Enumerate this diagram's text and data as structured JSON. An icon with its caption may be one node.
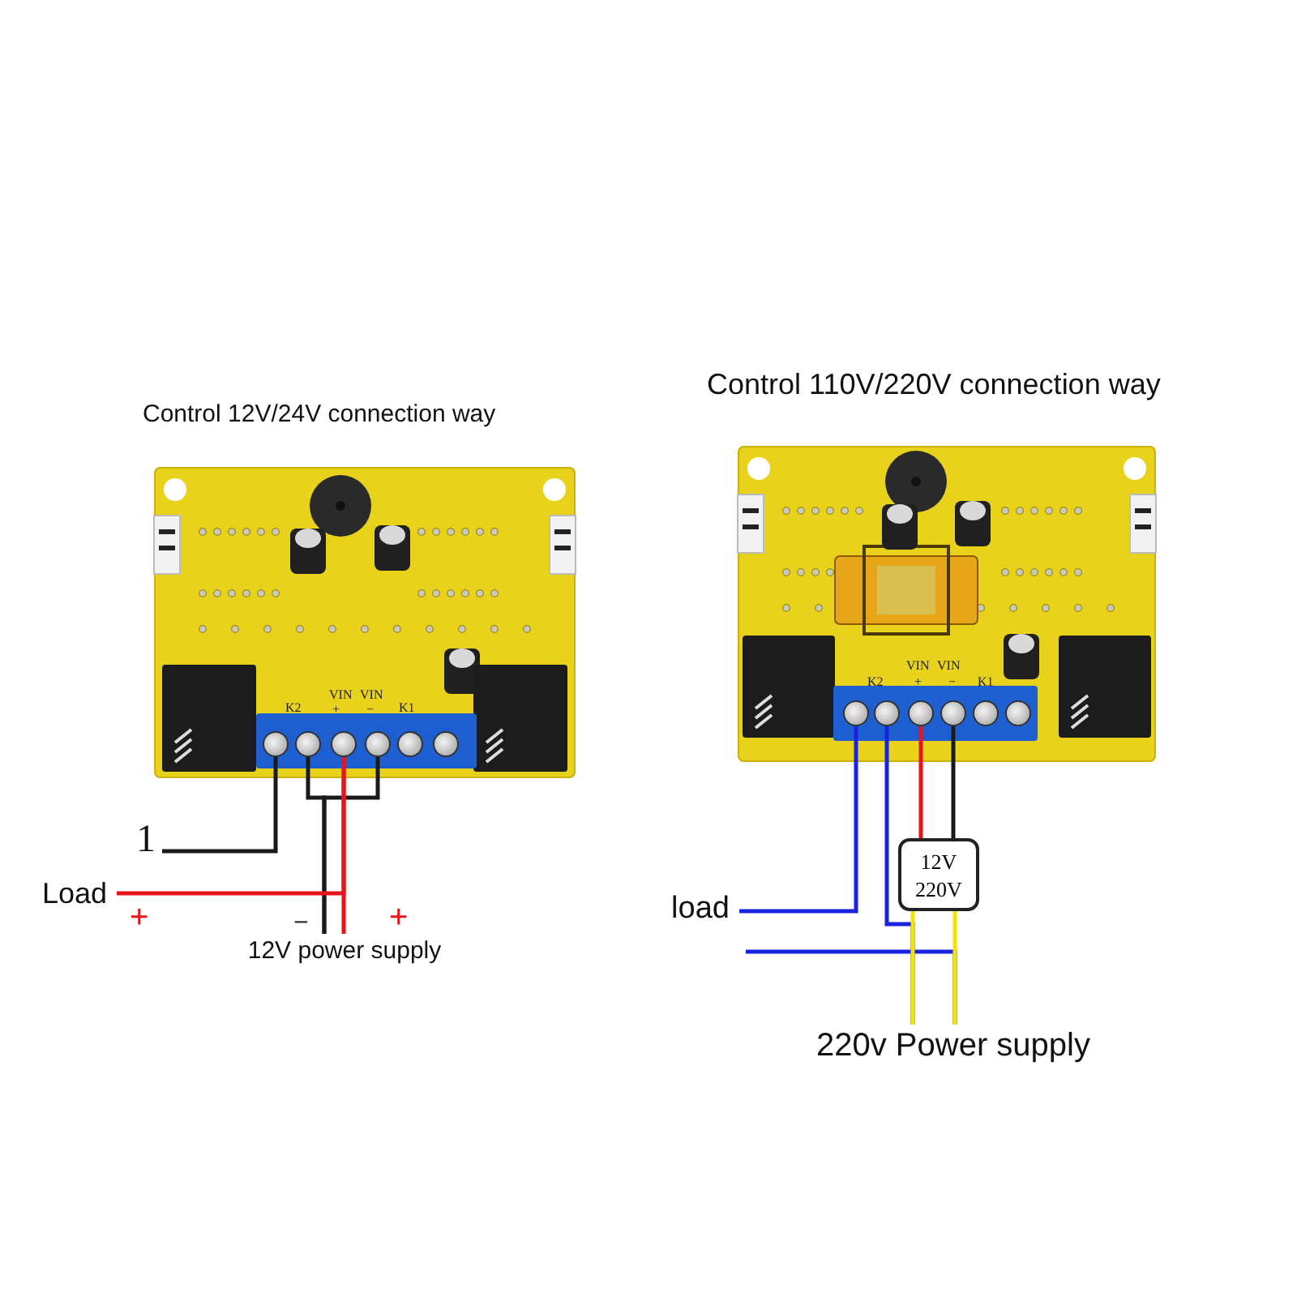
{
  "diagram": {
    "nodes": [
      {
        "text": [],
        "shape": "picture"
      },
      {
        "text": [],
        "shape": "circle",
        "in": 0
      },
      {
        "text": [],
        "shape": "circle",
        "in": 0
      },
      {
        "text": [],
        "shape": "circle",
        "in": 0
      },
      {
        "text": [],
        "shape": "circle",
        "in": 0
      },
      {
        "text": [],
        "shape": "circle",
        "in": 0
      },
      {
        "text": [],
        "shape": "circle",
        "in": 0
      },
      {
        "text": [
          "1"
        ]
      },
      {
        "text": [
          "Load"
        ]
      },
      {
        "text": [
          "12V power supply"
        ]
      },
      {
        "text": [],
        "shape": "picture"
      },
      {
        "text": [],
        "shape": "circle",
        "in": 10
      },
      {
        "text": [],
        "shape": "circle",
        "in": 10
      },
      {
        "text": [],
        "shape": "circle",
        "in": 10
      },
      {
        "text": [],
        "shape": "circle",
        "in": 10
      },
      {
        "text": [],
        "shape": "circle",
        "in": 10
      },
      {
        "text": [],
        "shape": "circle",
        "in": 10
      },
      {
        "text": [
          "12V 220V"
        ]
      },
      {
        "text": [
          "load"
        ]
      },
      {
        "text": [
          "220v Power supply"
        ]
      }
    ],
    "edges": [
      {
        "from": 1,
        "to": 7,
        "arrow": "none"
      },
      {
        "from": 2,
        "to": 9,
        "arrow": "none"
      },
      {
        "from": 4,
        "to": 9,
        "arrow": "none"
      },
      {
        "from": 3,
        "to": 9,
        "arrow": "none",
        "color": "#e8141b"
      },
      {
        "from": 8,
        "to": 3,
        "arrow": "none",
        "color": "#e8141b"
      },
      {
        "from": 11,
        "to": 18,
        "arrow": "none",
        "color": "#1a24e0"
      },
      {
        "from": 12,
        "to": 19,
        "arrow": "none",
        "color": "#1a24e0"
      },
      {
        "from": null,
        "to": 19,
        "arrow": "none",
        "color": "#1a24e0"
      },
      {
        "from": 13,
        "to": 17,
        "arrow": "none",
        "color": "#e8141b"
      },
      {
        "from": 14,
        "to": 17,
        "arrow": "none"
      },
      {
        "from": 17,
        "to": 19,
        "arrow": "none",
        "color": "#f2e600"
      },
      {
        "from": 17,
        "to": 19,
        "arrow": "none",
        "color": "#f2e600"
      }
    ],
    "labels": [
      "Control 12V/24V connection way",
      "K2",
      "VIN",
      "VIN",
      "+",
      "−",
      "K1",
      "+",
      "−",
      "+",
      "Control 110V/220V connection way",
      "K2",
      "VIN",
      "VIN",
      "+",
      "−",
      "K1"
    ]
  }
}
